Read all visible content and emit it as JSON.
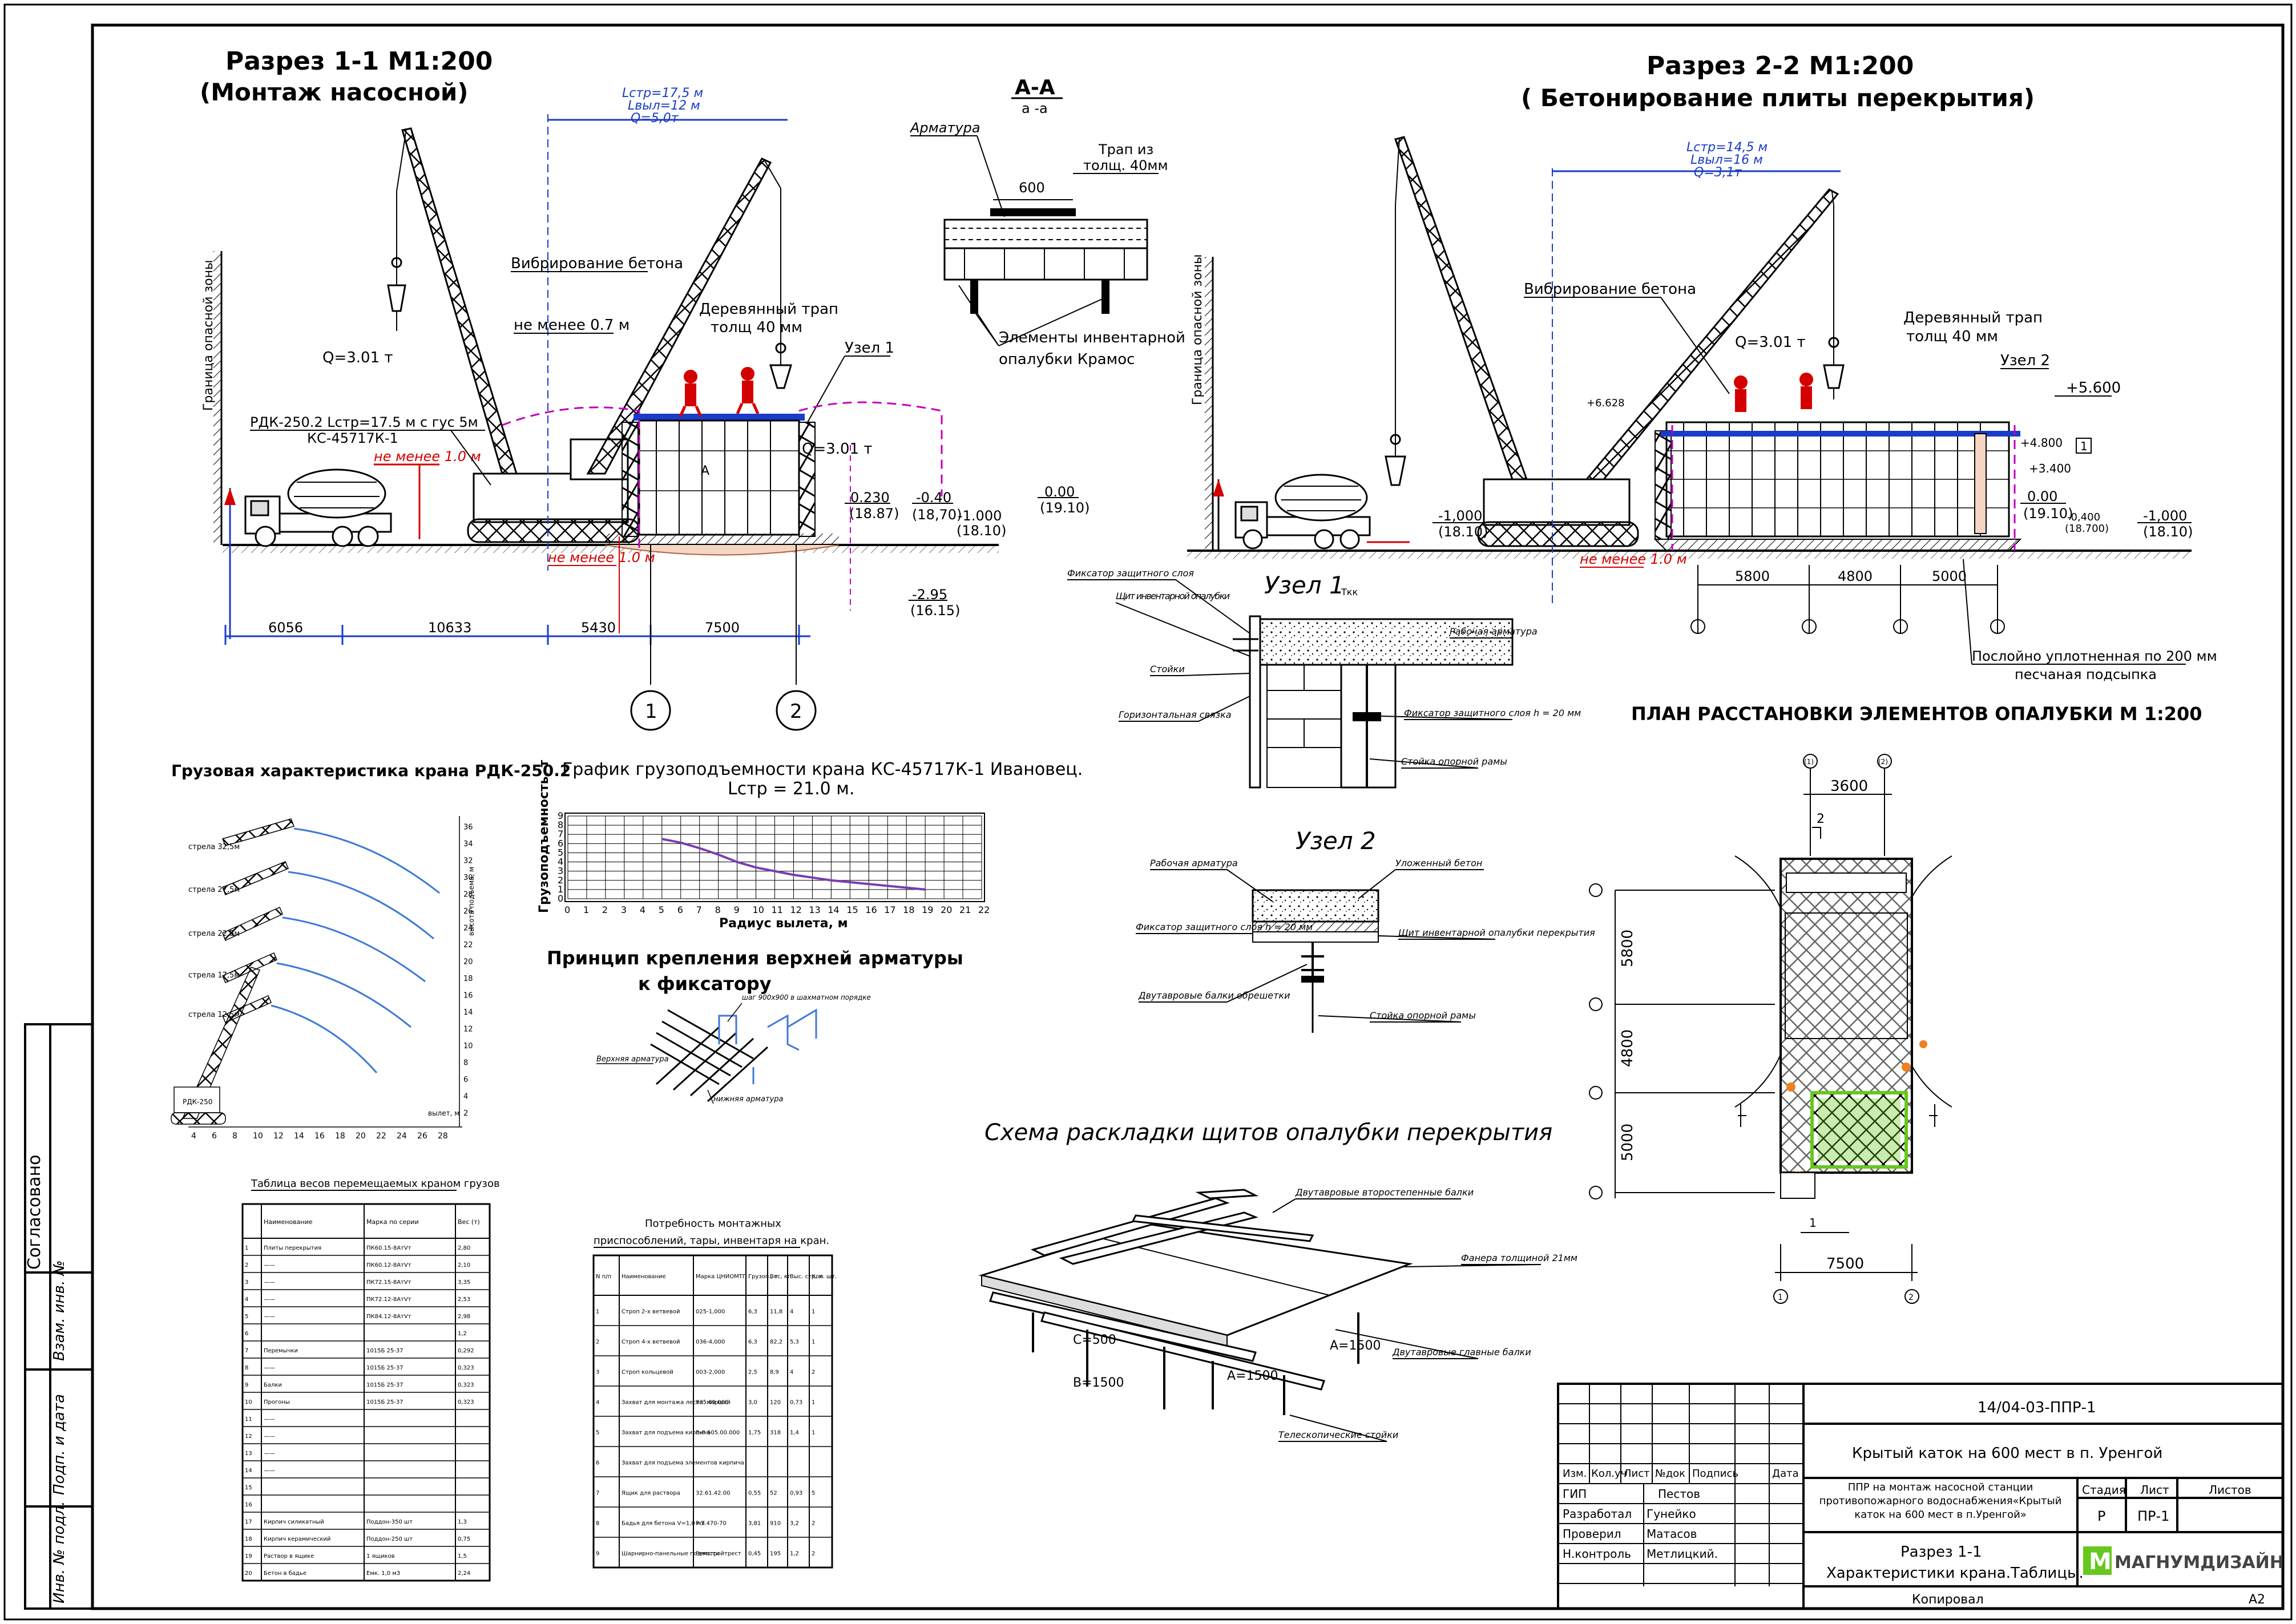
{
  "colors": {
    "line": "#000000",
    "red": "#d40000",
    "blue": "#1a3cc8",
    "magenta": "#c000c0",
    "green": "#66c81e",
    "orange": "#f08020",
    "purple": "#7a3cb4",
    "curve": "#3c78d8"
  },
  "section1": {
    "title": "Разрез 1-1 М1:200",
    "subtitle": "(Монтаж  насосной)",
    "crane_params": [
      "Lстр=17,5 м",
      "Lвыл=12 м",
      "Q=5,0т"
    ],
    "vibro": "Вибрирование бетона",
    "min07": "не менее 0.7 м",
    "plank": [
      "Деревянный трап",
      "толщ 40 мм"
    ],
    "node1": "Узел 1",
    "danger_zone": "Граница опасной зоны",
    "q_left": "Q=3.01 т",
    "q_right": "Q=3.01 т",
    "crane_name": [
      "РДК-250.2 Lстр=17.5 м с гус 5м",
      "КС-45717К-1"
    ],
    "min1_left": "не менее 1.0 м",
    "min1_bottom": "не менее 1.0 м",
    "a_mark": "А",
    "levels": {
      "l1": "0.230",
      "l1b": "(18.87)",
      "l2": "-0.40",
      "l2b": "(18,70)",
      "l3": "-1.000",
      "l3b": "(18.10)",
      "l4": "0.00",
      "l4b": "(19.10)",
      "l5": "-2.95",
      "l5b": "(16.15)"
    },
    "dims": [
      "6056",
      "10633",
      "5430",
      "7500"
    ],
    "axes": [
      "1",
      "2"
    ]
  },
  "sectionAA": {
    "title": "А-А",
    "sub": "а -а",
    "armatura": "Арматура",
    "trap": [
      "Трап из",
      "толщ. 40мм"
    ],
    "d600": "600",
    "elements": [
      "Элементы инвентарной",
      "опалубки Крамос"
    ]
  },
  "section2": {
    "title": "Разрез 2-2 М1:200",
    "subtitle": "( Бетонирование плиты перекрытия)",
    "crane_params": [
      "Lстр=14,5 м",
      "Lвыл=16 м",
      "Q=3,1т"
    ],
    "vibro": "Вибрирование бетона",
    "plank": [
      "Деревянный трап",
      "толщ 40 мм"
    ],
    "node2": "Узел 2",
    "danger_zone": "Граница опасной зоны",
    "q": "Q=3.01 т",
    "min1": "не менее 1.0 м",
    "levels": {
      "p5600": "+5.600",
      "p4800": "+4.800",
      "p3400": "+3.400",
      "p6": "+6.628",
      "z": "0.00",
      "zb": "(19.10)",
      "m04": "-0,400",
      "m04b": "(18.700)",
      "m1l": "-1,000",
      "m1lb": "(18.10)",
      "m1r": "-1,000",
      "m1rb": "(18.10)"
    },
    "dims": [
      "5800",
      "4800",
      "5000"
    ],
    "sand": [
      "Послойно уплотненная по 200 мм",
      "песчаная подсыпка"
    ],
    "box1": "1"
  },
  "node1": {
    "title": "Узел 1",
    "tkk": "Ткк",
    "labels": [
      "Фиксатор защитного слоя",
      "Щит инвентарной опалубки",
      "Стойки",
      "Горизонтальная связка",
      "Рабочая арматура",
      "Фиксатор защитного слоя h = 20 мм",
      "Стойка опорной рамы"
    ]
  },
  "node2": {
    "title": "Узел 2",
    "labels": [
      "Рабочая арматура",
      "Уложенный бетон",
      "Фиксатор защитного слоя h = 20 мм",
      "Щит инвентарной опалубки перекрытия",
      "Двутавровые балки обрешетки",
      "Стойка опорной рамы"
    ]
  },
  "plan": {
    "title": "ПЛАН РАССТАНОВКИ ЭЛЕМЕНТОВ ОПАЛУБКИ  М 1:200",
    "top_dim": "3600",
    "bottom_dim": "7500",
    "side_dims": [
      "5800",
      "4800",
      "5000"
    ],
    "top_axes": [
      "(1)",
      "(2)"
    ],
    "bottom_axes": [
      "1",
      "2"
    ],
    "mark1": "1",
    "mark2": "2"
  },
  "load_chart": {
    "title": "Грузовая характеристика крана  РДК-250.2",
    "booms": [
      "стрела 32,5м",
      "стрела 27,5м",
      "стрела 22,5м",
      "стрела 17,5м",
      "стрела 12,5м"
    ],
    "x_ticks": [
      "4",
      "6",
      "8",
      "10",
      "12",
      "14",
      "16",
      "18",
      "20",
      "22",
      "24",
      "26",
      "28"
    ],
    "y_ticks": [
      "2",
      "4",
      "6",
      "8",
      "10",
      "12",
      "14",
      "16",
      "18",
      "20",
      "22",
      "24",
      "26",
      "28",
      "30",
      "32",
      "34",
      "36"
    ],
    "x_label": "вылет, м",
    "y_label": "высота подъема, м",
    "crane_tag": "РДК-250"
  },
  "chart_data": {
    "type": "line",
    "title": "График грузоподъемности крана КС-45717К-1 Ивановец. Lстр = 21.0 м.",
    "xlabel": "Радиус вылета, м",
    "ylabel": "Грузоподъемность, т",
    "x": [
      5,
      6,
      7,
      8,
      9,
      10,
      11,
      12,
      13,
      14,
      15,
      16,
      17,
      18,
      19
    ],
    "series": [
      {
        "values": [
          6.5,
          6.1,
          5.5,
          4.8,
          4.0,
          3.4,
          3.0,
          2.6,
          2.3,
          2.0,
          1.8,
          1.6,
          1.4,
          1.2,
          1.0
        ]
      }
    ],
    "xlim": [
      0,
      22
    ],
    "ylim": [
      0,
      9
    ],
    "x_ticks": [
      "0",
      "1",
      "2",
      "3",
      "4",
      "5",
      "6",
      "7",
      "8",
      "9",
      "10",
      "11",
      "12",
      "13",
      "14",
      "15",
      "16",
      "17",
      "18",
      "19",
      "20",
      "21",
      "22"
    ],
    "y_ticks": [
      "0",
      "1",
      "2",
      "3",
      "4",
      "5",
      "6",
      "7",
      "8",
      "9"
    ],
    "grid": true
  },
  "fixator": {
    "title": [
      "Принцип крепления верхней арматуры",
      "к фиксатору"
    ],
    "labels": [
      "Верхняя арматура",
      "шаг 900х900 в шахматном порядке",
      "нижняя арматура"
    ]
  },
  "layout_scheme": {
    "title": "Схема раскладки щитов опалубки перекрытия",
    "labels": [
      "Двутавровые второстепенные балки",
      "Фанера толщиной 21мм",
      "Двутавровые главные балки",
      "Телескопические стойки"
    ],
    "dims": [
      "С=500",
      "В=1500",
      "А=1500",
      "А=1500"
    ]
  },
  "weights_table": {
    "title": "Таблица весов перемещаемых краном грузов",
    "headers": [
      "",
      "Наименование",
      "Марка по серии",
      "Вес (т)"
    ],
    "rows": [
      [
        "1",
        "Плиты перекрытия",
        "ПК60.15-8АтVт",
        "2,80"
      ],
      [
        "2",
        "——",
        "ПК60.12-8АтVт",
        "2,10"
      ],
      [
        "3",
        "——",
        "ПК72.15-8АтVт",
        "3,35"
      ],
      [
        "4",
        "——",
        "ПК72.12-8АтVт",
        "2,53"
      ],
      [
        "5",
        "——",
        "ПК84.12-8АтVт",
        "2,98"
      ],
      [
        "6",
        "",
        "",
        "1,2"
      ],
      [
        "7",
        "Перемычки",
        "1015Б 25-37",
        "0,292"
      ],
      [
        "8",
        "——",
        "1015Б 25-37",
        "0,323"
      ],
      [
        "9",
        "Балки",
        "1015Б 25-37",
        "0,323"
      ],
      [
        "10",
        "Прогоны",
        "1015Б 25-37",
        "0,323"
      ],
      [
        "11",
        "——",
        "",
        ""
      ],
      [
        "12",
        "——",
        "",
        ""
      ],
      [
        "13",
        "——",
        "",
        ""
      ],
      [
        "14",
        "——",
        "",
        ""
      ],
      [
        "15",
        "",
        "",
        ""
      ],
      [
        "16",
        "",
        "",
        ""
      ],
      [
        "17",
        "Кирпич силикатный",
        "Поддон-350 шт",
        "1,3"
      ],
      [
        "18",
        "Кирпич керамический",
        "Поддон-250 шт",
        "0,75"
      ],
      [
        "19",
        "Раствор в ящике",
        "1 ящиков",
        "1,5"
      ],
      [
        "20",
        "Бетон в бадье",
        "Емк. 1,0 м3",
        "2,24"
      ]
    ]
  },
  "needs_table": {
    "title": [
      "Потребность монтажных",
      "приспособлений, тары, инвентаря на кран."
    ],
    "headers": [
      "N п/п",
      "Наименование",
      "Марка ЦНИОМТП",
      "Грузоп., т",
      "Вес, кг",
      "Выс. стр, м",
      "Кол. шт."
    ],
    "rows": [
      [
        "1",
        "Строп 2-х ветвевой",
        "025-1,000",
        "6,3",
        "11,8",
        "4",
        "1"
      ],
      [
        "2",
        "Строп 4-х ветвевой",
        "036-4,000",
        "6,3",
        "82,2",
        "5,3",
        "1"
      ],
      [
        "3",
        "Строп кольцевой",
        "003-2,000",
        "2,5",
        "8,9",
        "4",
        "2"
      ],
      [
        "4",
        "Захват для монтажа лестн. маршей",
        "835.09.000",
        "3,0",
        "120",
        "0,73",
        "1"
      ],
      [
        "5",
        "Захват для подъема кирпича",
        "Б-8 605.00.000",
        "1,75",
        "318",
        "1,4",
        "1"
      ],
      [
        "6",
        "Захват для подъема элементов кирпича",
        "",
        "",
        "",
        "",
        ""
      ],
      [
        "7",
        "Ящик для раствора",
        "32.61.42.00",
        "0,55",
        "52",
        "0,93",
        "5"
      ],
      [
        "8",
        "Бадья для бетона V=1,0 м3",
        "Р.У.470-70",
        "3,81",
        "910",
        "3,2",
        "2"
      ],
      [
        "9",
        "Шарнирно-панельные подмости",
        "Ремстройтрест",
        "0,45",
        "195",
        "1,2",
        "2"
      ]
    ]
  },
  "title_block": {
    "code": "14/04-03-ППР-1",
    "project": "Крытый каток на 600 мест в п. Уренгой",
    "description": "ППР на монтаж  насосной станции противопожарного водоснабжения«Крытый каток на 600 мест в п.Уренгой»",
    "sheet_title": [
      "Разрез 1-1",
      "Характеристики крана.Таблицы."
    ],
    "headers": [
      "Изм.",
      "Кол.уч",
      "Лист",
      "№док",
      "Подпись",
      "Дата"
    ],
    "people": [
      [
        "ГИП",
        "Пестов"
      ],
      [
        "Разработал",
        "Гунейко"
      ],
      [
        "Проверил",
        "Матасов"
      ],
      [
        "Н.контроль",
        "Метлицкий."
      ]
    ],
    "stage_headers": [
      "Стадия",
      "Лист",
      "Листов"
    ],
    "stage": "Р",
    "sheet": "ПР-1",
    "sheets": "",
    "logo": "МАГНУМДИЗАЙН",
    "copied": "Копировал",
    "format": "А2"
  },
  "side_stamps": [
    "Согласовано",
    "Взам. инв. №",
    "Подп. и дата",
    "Инв. № подл."
  ]
}
